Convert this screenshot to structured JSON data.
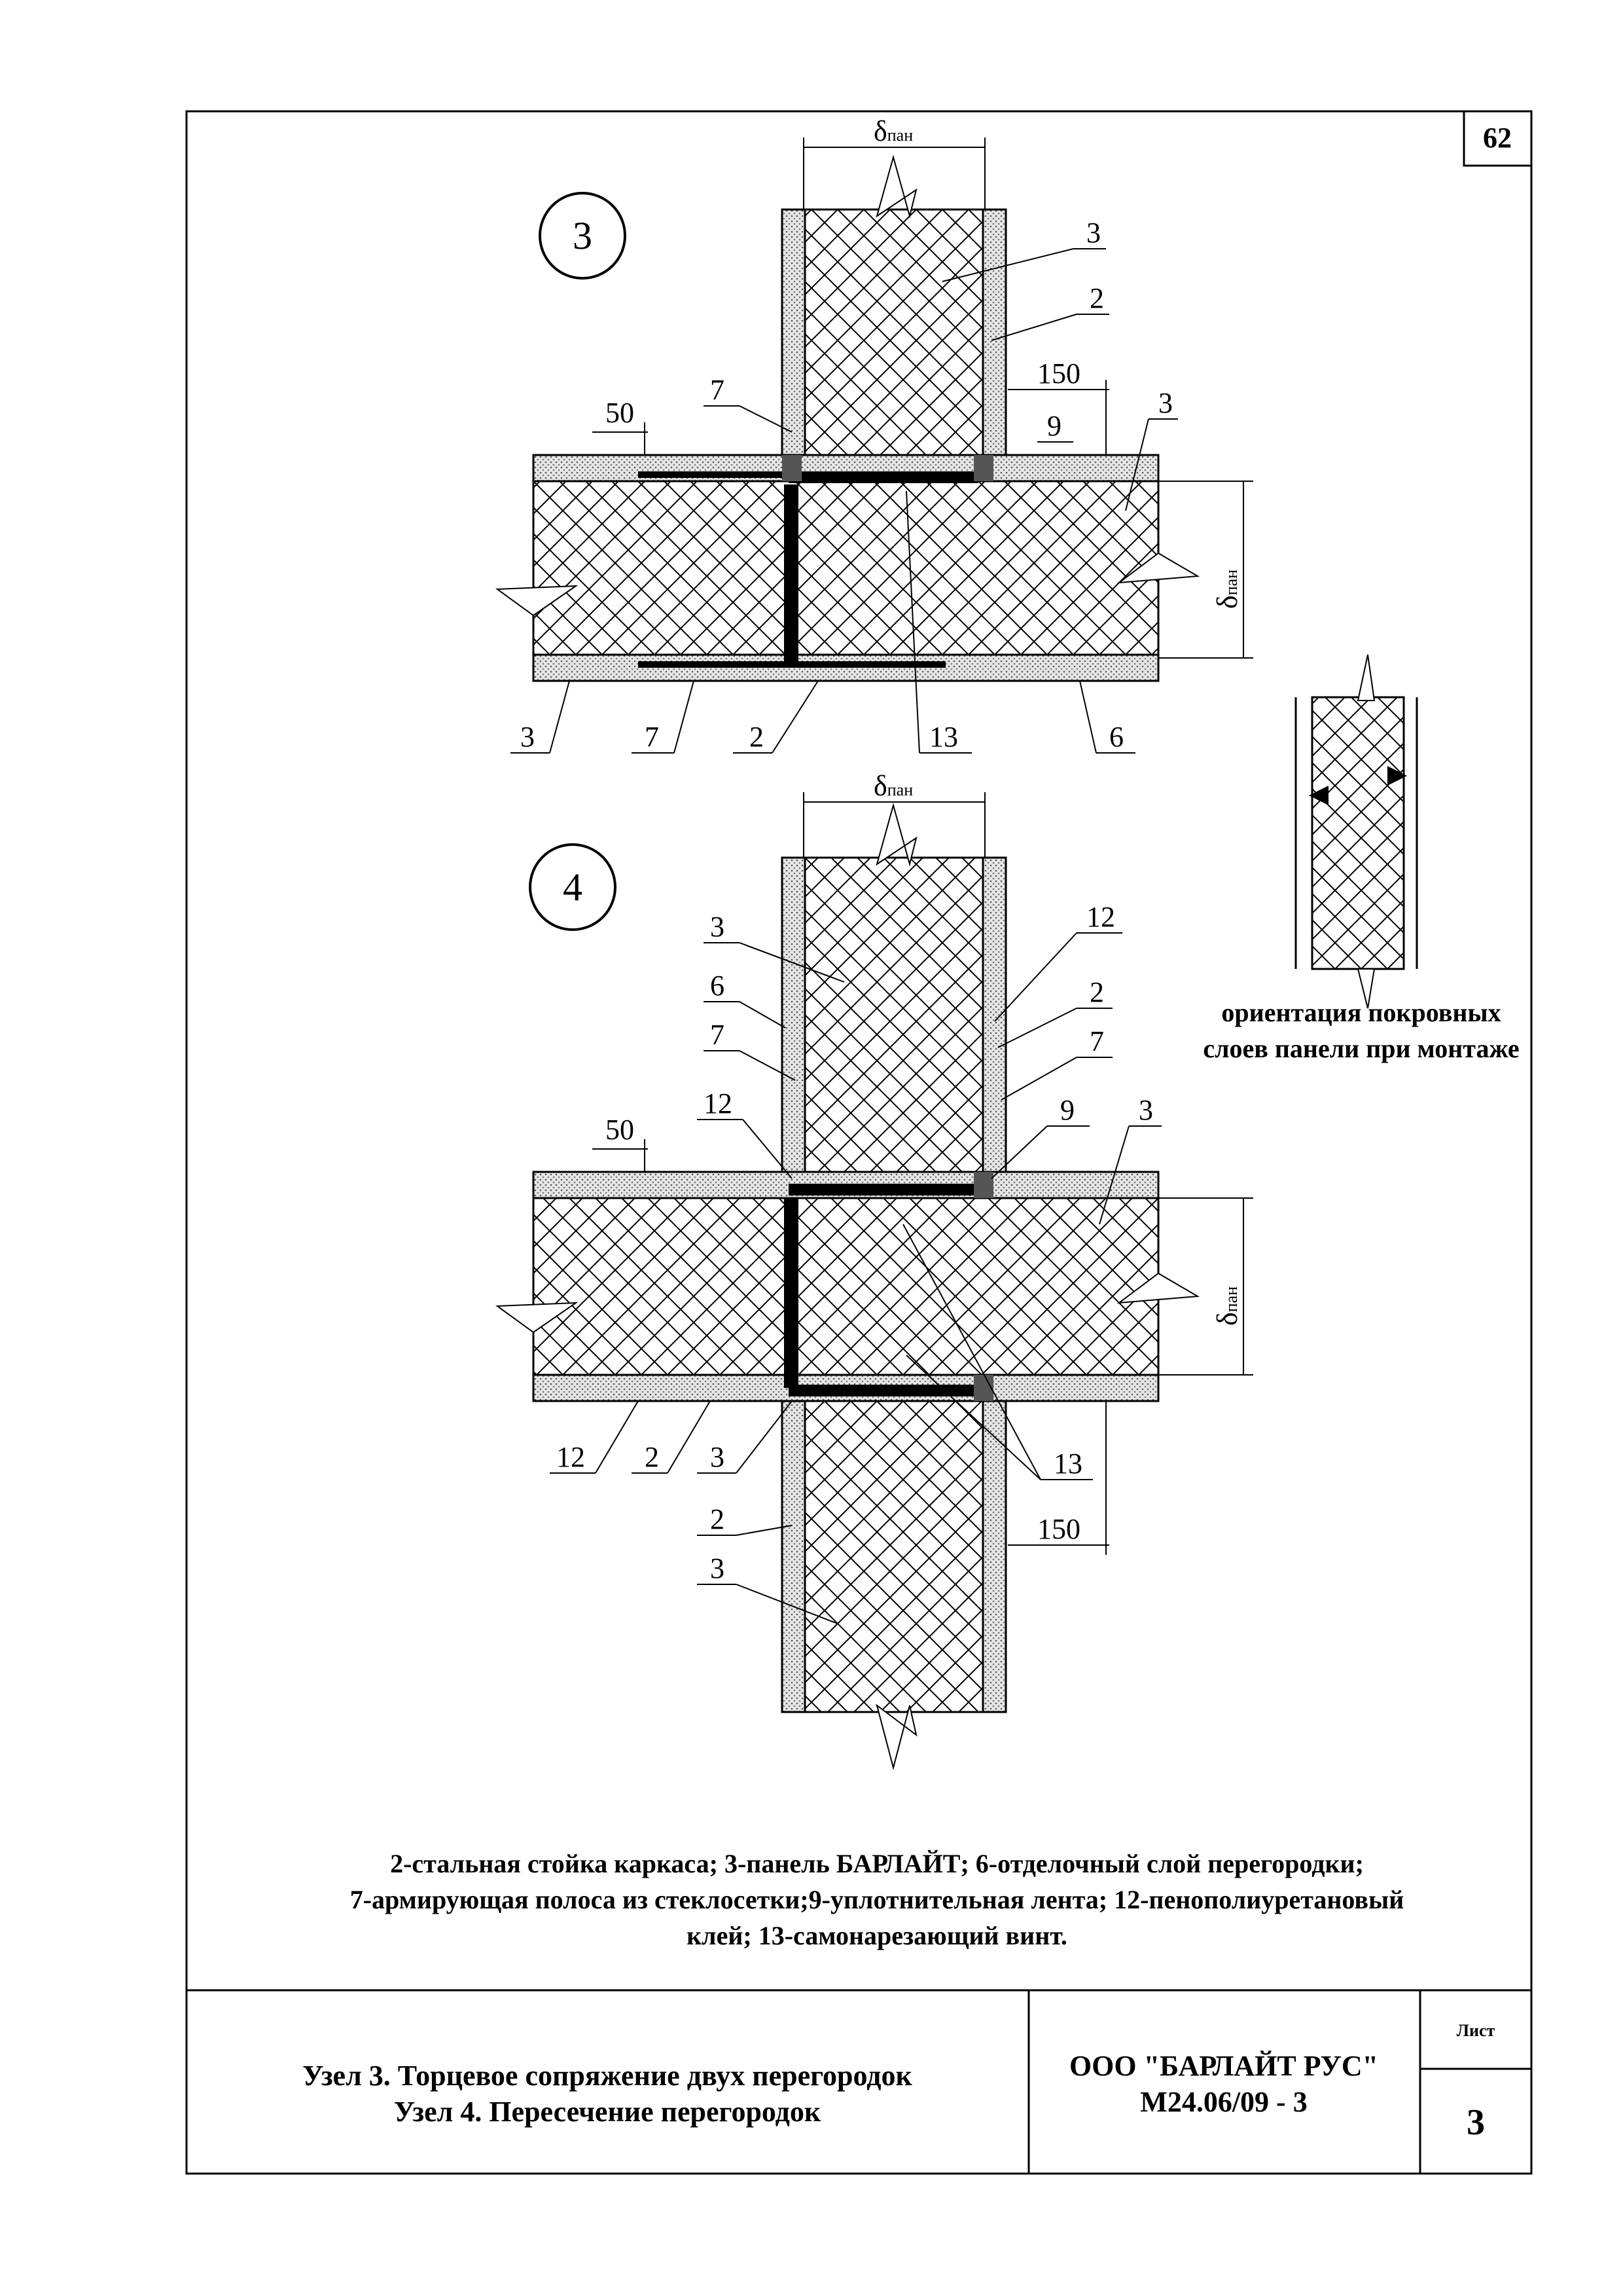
{
  "sheet_number_top": "62",
  "nodes": {
    "node3": {
      "number": "3"
    },
    "node4": {
      "number": "4"
    }
  },
  "dims": {
    "d_pan": "δ",
    "d_pan_sub": "пан",
    "gap150": "150",
    "gap50": "50"
  },
  "callouts": {
    "c3": "3",
    "c2": "2",
    "c6": "6",
    "c7": "7",
    "c9": "9",
    "c12": "12",
    "c13": "13"
  },
  "orientation": {
    "line1": "ориентация покровных",
    "line2": "слоев панели при монтаже"
  },
  "legend": {
    "line1": "2-стальная стойка каркаса; 3-панель БАРЛАЙТ; 6-отделочный слой перегородки;",
    "line2": "7-армирующая полоса из стеклосетки;9-уплотнительная лента; 12-пенополиуретановый",
    "line3": "клей; 13-самонарезающий винт."
  },
  "titleblock": {
    "title1": "Узел 3. Торцевое сопряжение двух перегородок",
    "title2": "Узел 4. Пересечение перегородок",
    "company": "ООО \"БАРЛАЙТ РУС\"",
    "code": "М24.06/09 - 3",
    "sheet_label": "Лист",
    "sheet_value": "3"
  }
}
